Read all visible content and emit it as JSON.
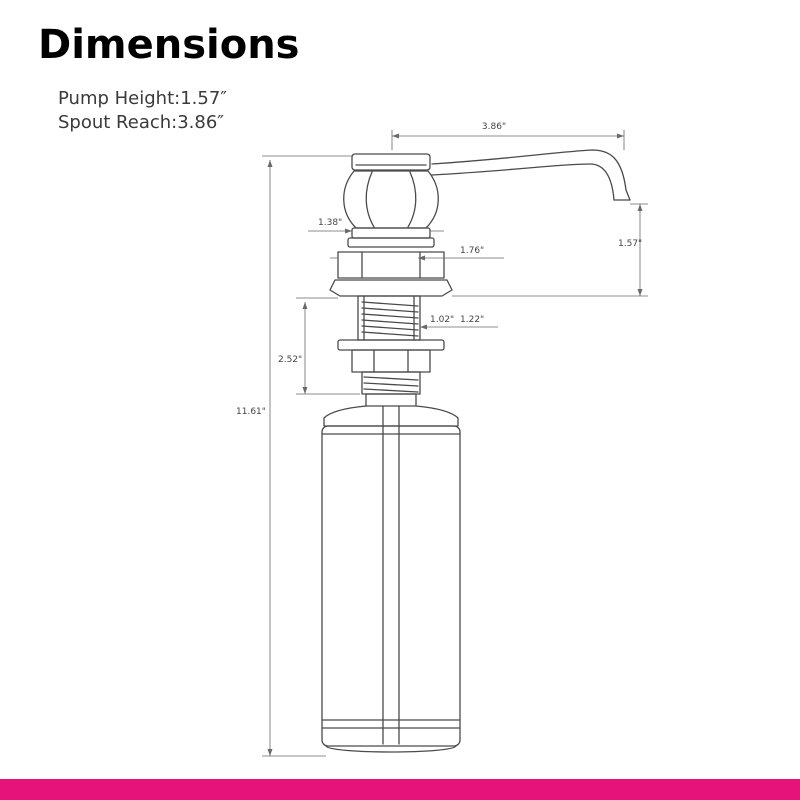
{
  "title": "Dimensions",
  "specs": {
    "pump_height": "Pump Height:1.57″",
    "spout_reach": "Spout Reach:3.86″"
  },
  "dimensions": {
    "spout_reach": "3.86\"",
    "collar_width": "1.38\"",
    "neck_width": "1.76\"",
    "pump_height": "1.57\"",
    "shank_inner": "1.02\"",
    "shank_outer": "1.22\"",
    "shank_length": "2.52\"",
    "total_height": "11.61\""
  },
  "colors": {
    "accent_bar": "#e5137a",
    "line": "#4a4a4a"
  }
}
